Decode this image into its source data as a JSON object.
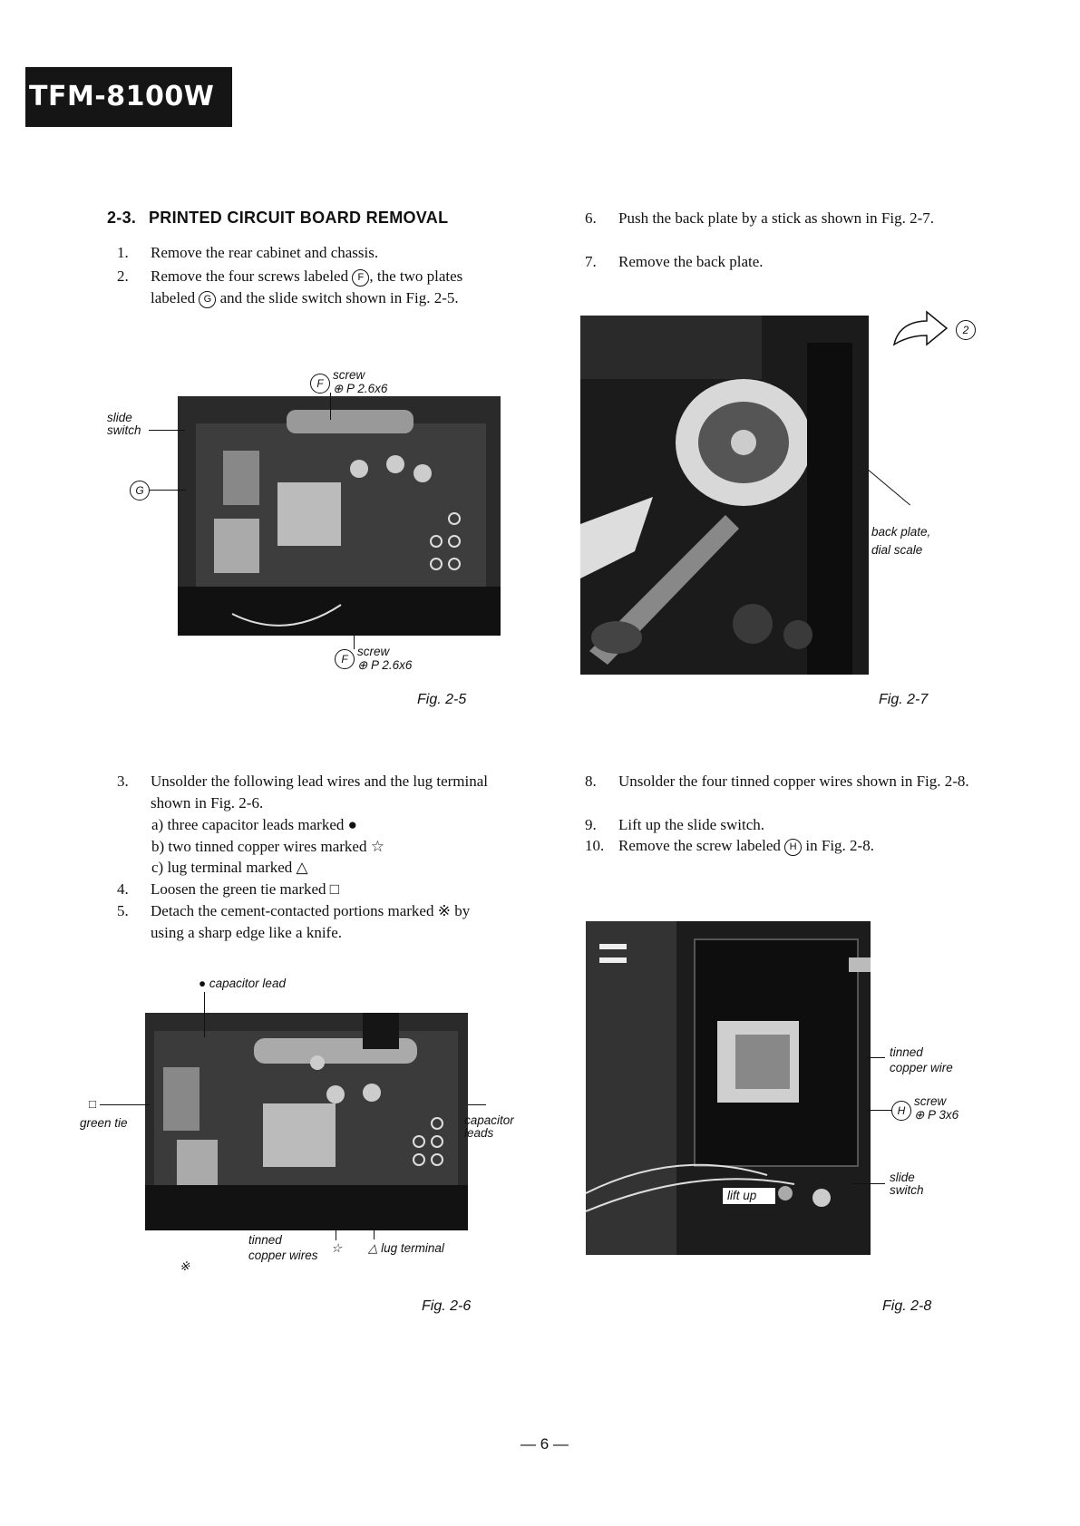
{
  "header": {
    "model": "TFM-8100W"
  },
  "section": {
    "number": "2-3.",
    "title": "PRINTED CIRCUIT BOARD REMOVAL"
  },
  "steps_left_top": [
    {
      "n": "1.",
      "text": "Remove the rear cabinet and chassis."
    },
    {
      "n": "2.",
      "pre": "Remove the four screws labeled",
      "mark1": "F",
      "mid": ", the two plates labeled",
      "mark2": "G",
      "post": "and the slide switch shown in Fig. 2-5."
    }
  ],
  "steps_right_top": [
    {
      "n": "6.",
      "text": "Push the back plate by a stick as shown in Fig. 2-7."
    },
    {
      "n": "7.",
      "text": "Remove the back plate."
    }
  ],
  "fig25": {
    "caption": "Fig. 2-5",
    "screw_top_mark": "F",
    "screw_top_label": "screw",
    "screw_top_size": "⊕ P 2.6x6",
    "slide_switch": "slide\nswitch",
    "g_mark": "G",
    "screw_bottom_mark": "F",
    "screw_bottom_label": "screw",
    "screw_bottom_size": "⊕ P 2.6x6"
  },
  "fig27": {
    "caption": "Fig. 2-7",
    "arrow_mark": "2",
    "back_plate_label": "back plate,\ndial scale"
  },
  "steps_left_mid": {
    "step3_n": "3.",
    "step3_text": "Unsolder the following lead wires and the lug terminal shown in Fig. 2-6.",
    "sub_a": "a) three capacitor leads marked ●",
    "sub_b": "b) two tinned copper wires marked ☆",
    "sub_c": "c) lug terminal marked △",
    "step4_n": "4.",
    "step4_text": "Loosen the green tie marked □",
    "step5_n": "5.",
    "step5_text": "Detach the cement-contacted portions marked ※ by using a sharp edge like a knife."
  },
  "steps_right_mid": [
    {
      "n": "8.",
      "text": "Unsolder the four tinned copper wires shown in Fig. 2-8."
    },
    {
      "n": "9.",
      "text": "Lift up the slide switch."
    },
    {
      "n": "10.",
      "pre": "Remove the screw labeled",
      "mark": "H",
      "post": "in Fig. 2-8."
    }
  ],
  "fig26": {
    "caption": "Fig. 2-6",
    "capacitor_lead": "● capacitor lead",
    "green_tie_mark": "□",
    "green_tie": "green tie",
    "capacitor_leads": "capacitor\nleads",
    "tinned_copper": "tinned\ncopper wires",
    "star": "☆",
    "lug_terminal": "△ lug terminal",
    "cement_mark": "※"
  },
  "fig28": {
    "caption": "Fig. 2-8",
    "tinned_copper": "tinned\ncopper wire",
    "screw_mark": "H",
    "screw_label": "screw",
    "screw_size": "⊕ P 3x6",
    "slide_switch": "slide\nswitch",
    "lift_up": "lift up"
  },
  "footer": {
    "page": "— 6 —"
  }
}
